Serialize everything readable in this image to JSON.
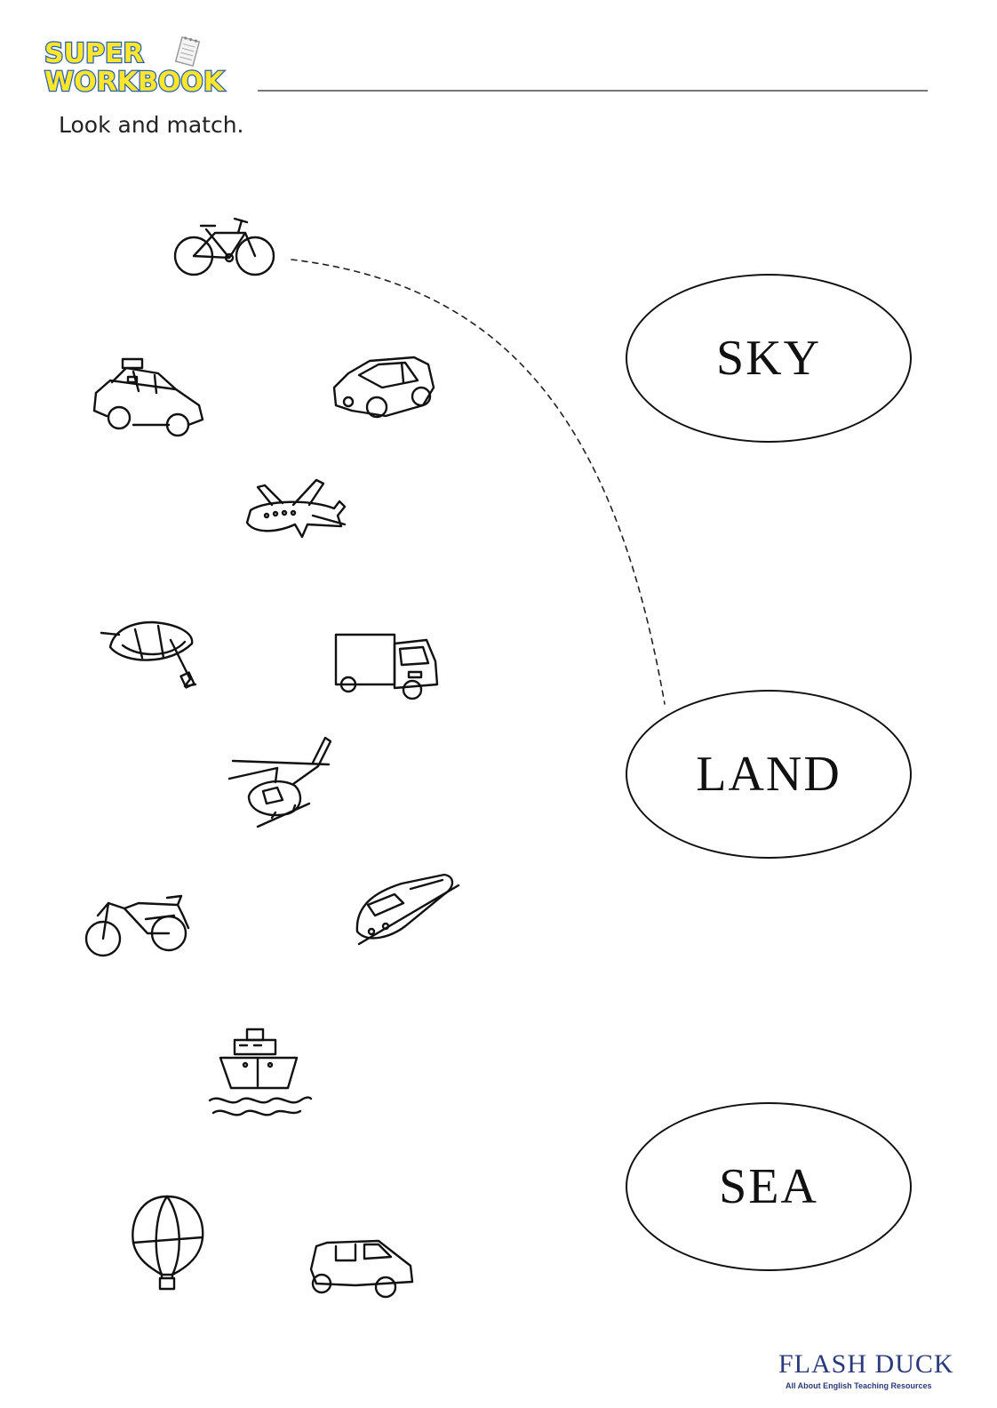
{
  "header": {
    "logo_line1": "SUPER",
    "logo_line2": "WORKBOOK",
    "instruction": "Look and match."
  },
  "colors": {
    "logo_fill": "#ffe62b",
    "logo_outline": "#2a5fb0",
    "brand": "#2a3a7a"
  },
  "targets": [
    {
      "label": "SKY"
    },
    {
      "label": "LAND"
    },
    {
      "label": "SEA"
    }
  ],
  "vehicles": [
    {
      "name": "bicycle-icon",
      "category": "LAND",
      "matched": true
    },
    {
      "name": "taxi-icon"
    },
    {
      "name": "car-icon"
    },
    {
      "name": "airplane-icon"
    },
    {
      "name": "rowboat-icon"
    },
    {
      "name": "truck-icon"
    },
    {
      "name": "helicopter-icon"
    },
    {
      "name": "motorcycle-icon"
    },
    {
      "name": "train-icon"
    },
    {
      "name": "ship-icon"
    },
    {
      "name": "hot-air-balloon-icon"
    },
    {
      "name": "van-icon"
    }
  ],
  "brand": {
    "name": "FLASH DUCK",
    "tagline": "All About English Teaching Resources"
  }
}
